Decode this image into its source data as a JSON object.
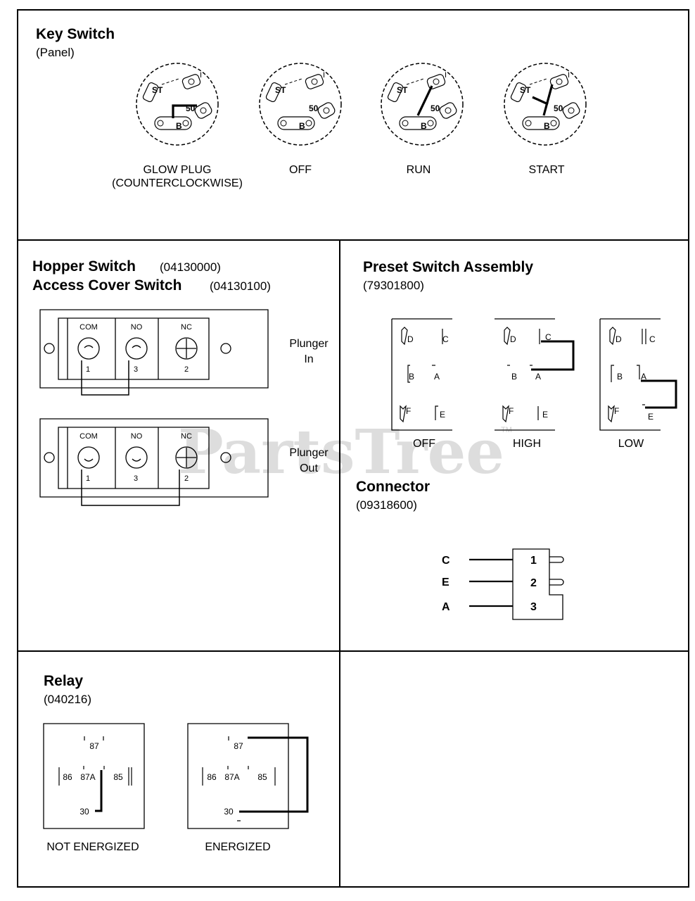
{
  "key_switch": {
    "title": "Key Switch",
    "subtitle": "(Panel)",
    "terminal_labels": {
      "st": "ST",
      "fifty": "50",
      "b": "B",
      "i": "I"
    },
    "positions": [
      {
        "caption_line1": "GLOW PLUG",
        "caption_line2": "(COUNTERCLOCKWISE)"
      },
      {
        "caption_line1": "OFF"
      },
      {
        "caption_line1": "RUN"
      },
      {
        "caption_line1": "START"
      }
    ]
  },
  "hopper_switch": {
    "title_line1": "Hopper Switch",
    "part_line1": "(04130000)",
    "title_line2": "Access Cover Switch",
    "part_line2": "(04130100)",
    "terminal_headers": [
      "COM",
      "NO",
      "NC"
    ],
    "terminal_numbers": [
      "1",
      "3",
      "2"
    ],
    "states": [
      {
        "label_line1": "Plunger",
        "label_line2": "In"
      },
      {
        "label_line1": "Plunger",
        "label_line2": "Out"
      }
    ]
  },
  "preset_switch": {
    "title": "Preset Switch Assembly",
    "part": "(79301800)",
    "terminals": [
      "D",
      "C",
      "B",
      "A",
      "F",
      "E"
    ],
    "positions": [
      "OFF",
      "HIGH",
      "LOW"
    ]
  },
  "connector": {
    "title": "Connector",
    "part": "(09318600)",
    "wires": [
      {
        "wire": "C",
        "pin": "1"
      },
      {
        "wire": "E",
        "pin": "2"
      },
      {
        "wire": "A",
        "pin": "3"
      }
    ]
  },
  "relay": {
    "title": "Relay",
    "part": "(040216)",
    "terminals": [
      "87",
      "86",
      "87A",
      "85",
      "30"
    ],
    "states": [
      "NOT ENERGIZED",
      "ENERGIZED"
    ]
  },
  "watermark": {
    "text": "PartsTree",
    "mark": "TM"
  },
  "colors": {
    "ink": "#000000",
    "background": "#ffffff",
    "watermark": "#9a9a9a"
  }
}
